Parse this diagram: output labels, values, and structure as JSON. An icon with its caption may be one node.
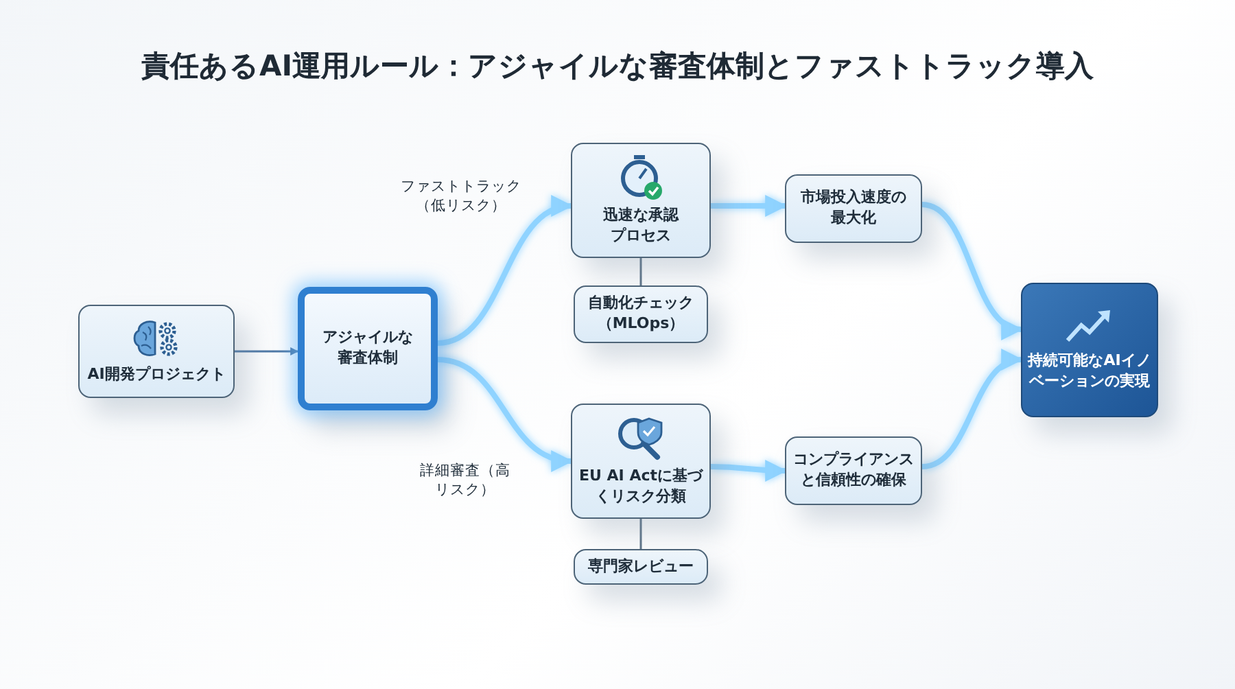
{
  "diagram": {
    "title": "責任あるAI運用ルール：アジャイルな審査体制とファストトラック導入",
    "nodes": [
      {
        "text": [
          "AI開発プロジェクト"
        ]
      },
      {
        "text": [
          "アジャイルな審査体制"
        ]
      },
      {
        "text": [
          "迅速な承認プロセス"
        ]
      },
      {
        "text": [
          "自動化チェック（MLOps）"
        ]
      },
      {
        "text": [
          "EU AI Actに基づくリスク分類"
        ]
      },
      {
        "text": [
          "専門家レビュー"
        ]
      },
      {
        "text": [
          "市場投入速度の最大化"
        ]
      },
      {
        "text": [
          "コンプライアンスと信頼性の確保"
        ]
      },
      {
        "text": [
          "持続可能なAIイノベーションの実現"
        ]
      }
    ],
    "edges": [
      {
        "from": 0,
        "to": 1,
        "arrow": "to",
        "color": "#4f79a6"
      },
      {
        "from": 1,
        "to": 2,
        "arrow": "to",
        "label": "ファストトラック（低リスク）"
      },
      {
        "from": 1,
        "to": 4,
        "arrow": "to",
        "label": "詳細審査（高リスク）"
      },
      {
        "from": 2,
        "to": 3,
        "arrow": "none",
        "color": "#5f7488"
      },
      {
        "from": 4,
        "to": 5,
        "arrow": "none",
        "color": "#5f7488"
      },
      {
        "from": 2,
        "to": 6,
        "arrow": "to"
      },
      {
        "from": 4,
        "to": 7,
        "arrow": "to"
      },
      {
        "from": 6,
        "to": 8,
        "arrow": "to"
      },
      {
        "from": 7,
        "to": 8,
        "arrow": "to"
      }
    ]
  }
}
